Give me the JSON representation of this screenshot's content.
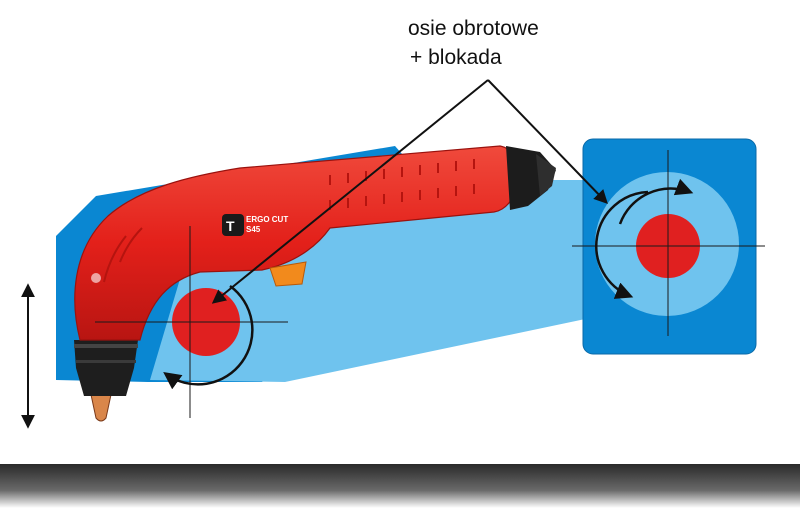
{
  "annotation": {
    "line1": "osie obrotowe",
    "line2": "+ blokada"
  },
  "torch": {
    "brand_text": "ERGO CUT",
    "model_text": "S45"
  },
  "colors": {
    "dark_blue": "#0a87d2",
    "light_blue": "#6fc3ee",
    "marker_red": "#e02020",
    "torch_red": "#e8231e",
    "trigger_orange": "#f28a1c",
    "floor": "#3a3a3a"
  }
}
